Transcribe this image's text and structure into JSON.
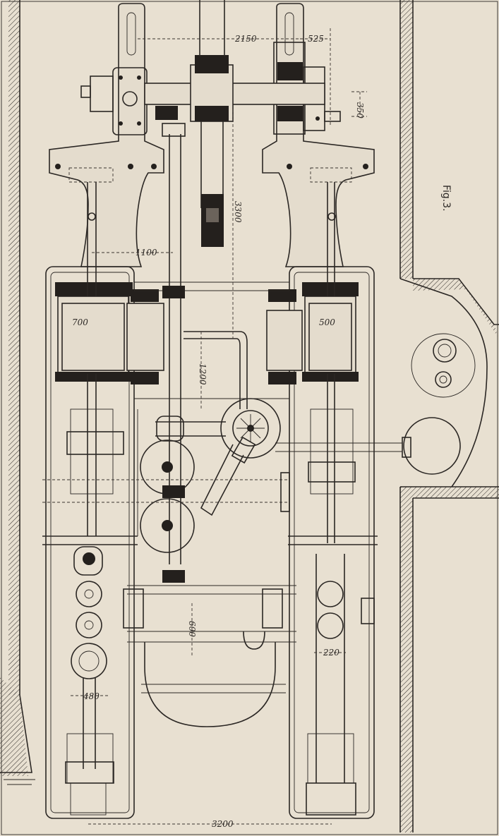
{
  "figure": {
    "caption": "Fig.3."
  },
  "dimensions": {
    "shaft_span": "2150",
    "bearing_offset": "525",
    "crank_pin": "350",
    "shaft_to_cylinder": "3300",
    "left_offset": "1100",
    "left_cylinder_bore": "700",
    "right_cylinder_bore": "500",
    "cylinder_spacing": "1200",
    "lower_tank": "600",
    "right_pump": "220",
    "left_pump": "480",
    "frame_width": "3200"
  },
  "colors": {
    "paper": "#e8e0d1",
    "ink": "#2b2724"
  }
}
